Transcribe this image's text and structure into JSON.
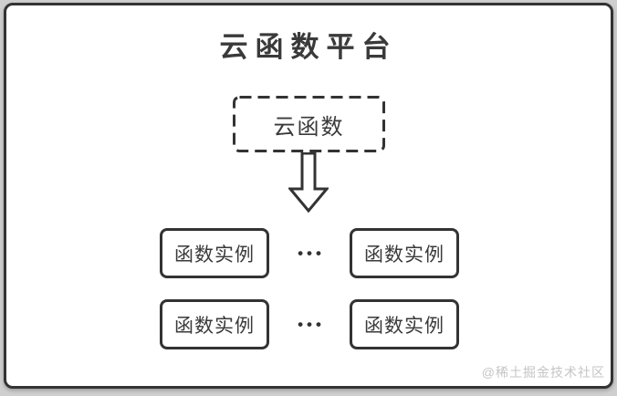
{
  "panel": {
    "title": "云函数平台",
    "source_node": {
      "label": "云函数"
    },
    "rows": [
      {
        "left_label": "函数实例",
        "ellipsis": "•••",
        "right_label": "函数实例"
      },
      {
        "left_label": "函数实例",
        "ellipsis": "•••",
        "right_label": "函数实例"
      }
    ],
    "watermark": "@稀土掘金技术社区"
  },
  "colors": {
    "border": "#333333",
    "text": "#3a3a3a",
    "watermark": "#c5c5c5",
    "background": "#cfcfcf",
    "panel_bg": "#ffffff"
  }
}
